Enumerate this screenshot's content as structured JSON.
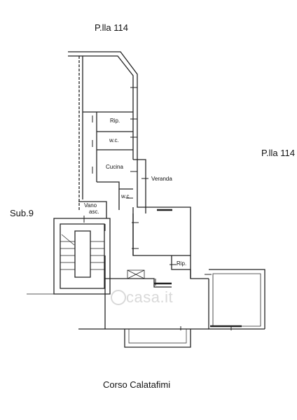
{
  "labels": {
    "plot_top": "P.lla 114",
    "plot_right": "P.lla 114",
    "sub": "Sub.9",
    "street": "Corso Calatafimi",
    "rip_upper": "Rip.",
    "wc_upper": "w.c.",
    "cucina": "Cucina",
    "veranda": "Veranda",
    "wc_lower": "w.c",
    "vano_asc_1": "Vano",
    "vano_asc_2": "asc.",
    "rip_lower": "Rip."
  },
  "watermark": "casa.it",
  "colors": {
    "wall": "#222222",
    "thin": "#444444",
    "watermark": "#d9d9d9"
  }
}
